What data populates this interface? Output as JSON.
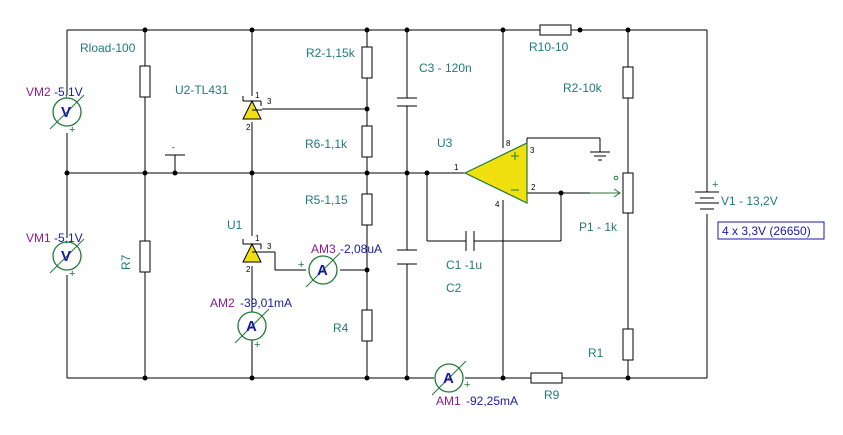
{
  "labels": {
    "rload": "Rload-100",
    "u2": "U2-TL431",
    "r2a": "R2-1,15k",
    "r6": "R6-1,1k",
    "r5": "R5-1,15",
    "r4": "R4",
    "c3": "C3 - 120n",
    "u3": "U3",
    "c1": "C1 -1u",
    "c2": "C2",
    "r10": "R10-10",
    "r2b": "R2-10k",
    "p1": "P1 - 1k",
    "r1": "R1",
    "r9": "R9",
    "v1": "V1 - 13,2V",
    "battery_note": "4 x 3,3V (26650)",
    "u1": "U1",
    "r7": "R7"
  },
  "meters": {
    "vm2": {
      "name": "VM2",
      "value": "-5,1V",
      "letter": "V"
    },
    "vm1": {
      "name": "VM1",
      "value": "-5,1V",
      "letter": "V"
    },
    "am3": {
      "name": "AM3",
      "value": "-2,08uA",
      "letter": "A"
    },
    "am2": {
      "name": "AM2",
      "value": "-39,01mA",
      "letter": "A"
    },
    "am1": {
      "name": "AM1",
      "value": "-92,25mA",
      "letter": "A"
    }
  },
  "pins": {
    "one": "1",
    "two": "2",
    "three": "3",
    "four": "4",
    "eight": "8"
  },
  "symbols": {
    "plus": "+",
    "minus": "-"
  },
  "colors": {
    "label": "#1f7a7a",
    "meter_name": "#8b1a8b",
    "meter_value": "#1a1aa8",
    "meter_ring": "#1f7a3a",
    "opamp": "#f0e010",
    "diode": "#f0e010"
  }
}
